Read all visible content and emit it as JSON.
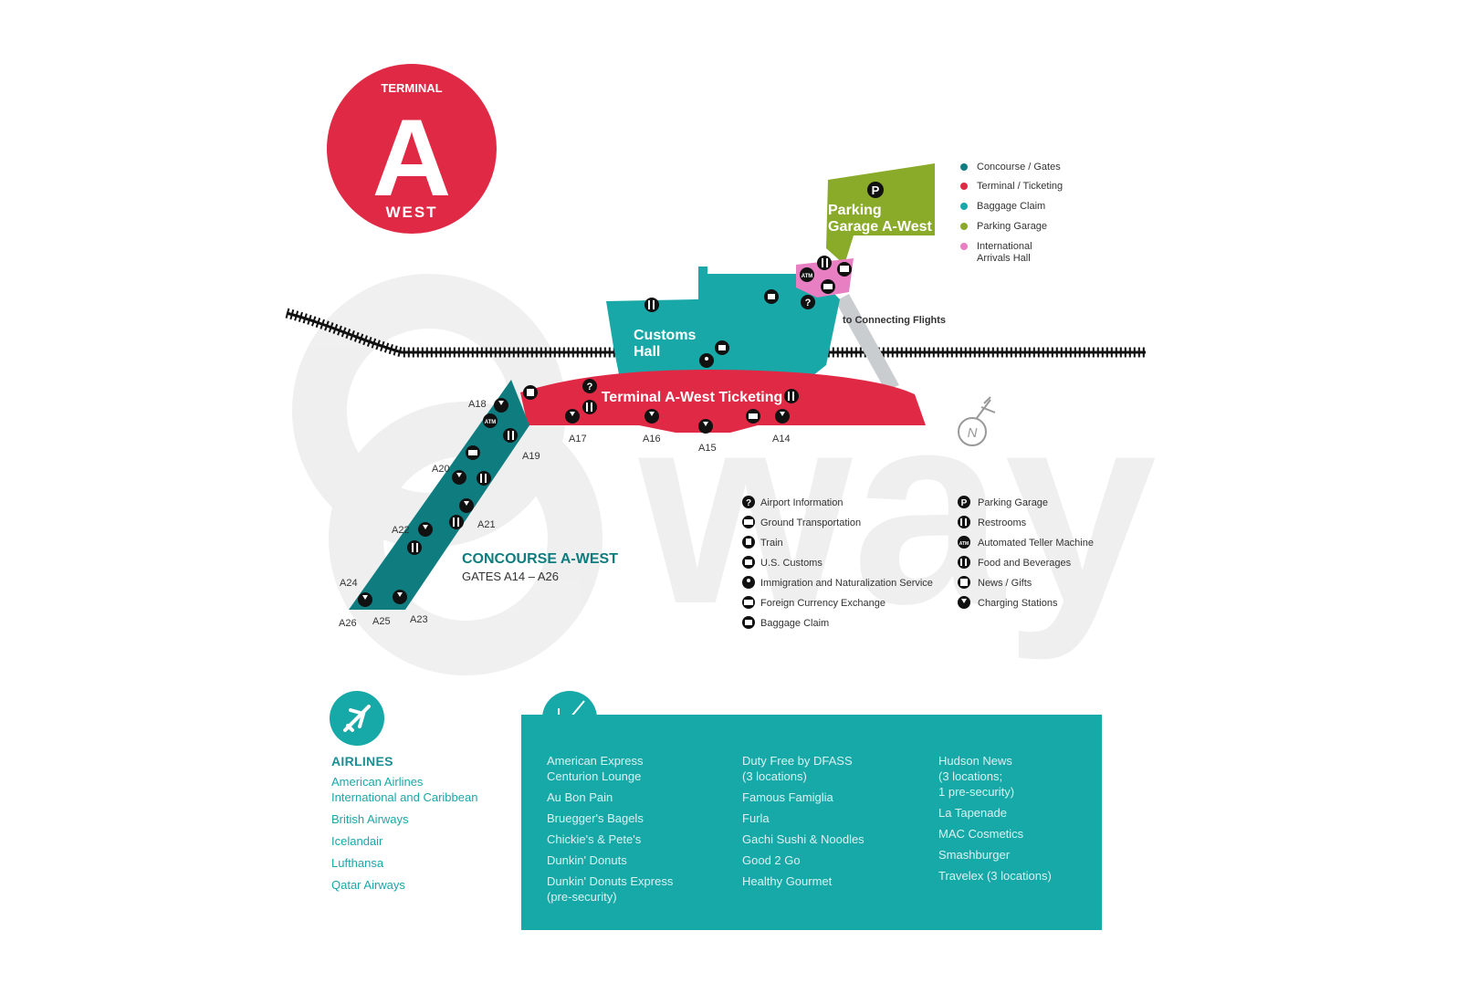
{
  "badge": {
    "top": "TERMINAL",
    "letter": "A",
    "bottom": "WEST"
  },
  "parking_garage_label": "Parking\nGarage A-West",
  "customs_hall_label": "Customs\nHall",
  "ticketing_label": "Terminal A-West Ticketing",
  "connecting_label": "to Connecting Flights",
  "concourse": {
    "title": "CONCOURSE A-WEST",
    "subtitle": "GATES A14 – A26"
  },
  "gates": [
    "A14",
    "A15",
    "A16",
    "A17",
    "A18",
    "A19",
    "A20",
    "A21",
    "A22",
    "A23",
    "A24",
    "A25",
    "A26"
  ],
  "area_legend": [
    {
      "label": "Concourse / Gates",
      "color": "#0f7d80"
    },
    {
      "label": "Terminal / Ticketing",
      "color": "#e02a45"
    },
    {
      "label": "Baggage Claim",
      "color": "#19a8a8"
    },
    {
      "label": "Parking Garage",
      "color": "#8aab2a"
    },
    {
      "label": "International\nArrivals Hall",
      "color": "#e77fc2"
    }
  ],
  "icon_legend_left": [
    {
      "label": "Airport Information",
      "icon": "question-icon"
    },
    {
      "label": "Ground Transportation",
      "icon": "bus-icon"
    },
    {
      "label": "Train",
      "icon": "train-icon"
    },
    {
      "label": "U.S. Customs",
      "icon": "customs-icon"
    },
    {
      "label": "Immigration and Naturalization Service",
      "icon": "immigration-icon"
    },
    {
      "label": "Foreign Currency Exchange",
      "icon": "currency-exchange-icon"
    },
    {
      "label": "Baggage Claim",
      "icon": "baggage-icon"
    }
  ],
  "icon_legend_right": [
    {
      "label": "Parking Garage",
      "icon": "parking-icon"
    },
    {
      "label": "Restrooms",
      "icon": "restroom-icon"
    },
    {
      "label": "Automated Teller Machine",
      "icon": "atm-icon"
    },
    {
      "label": "Food and Beverages",
      "icon": "food-icon"
    },
    {
      "label": "News / Gifts",
      "icon": "news-icon"
    },
    {
      "label": "Charging Stations",
      "icon": "charging-icon"
    }
  ],
  "map_glyphs": {
    "question": "?",
    "parking": "P",
    "atm": "ATM",
    "north": "N"
  },
  "airlines": {
    "title": "AIRLINES",
    "items": [
      "American Airlines\nInternational and Caribbean",
      "British Airways",
      "Icelandair",
      "Lufthansa",
      "Qatar Airways"
    ]
  },
  "amenities": {
    "col1": [
      "American Express\n   Centurion Lounge",
      "Au Bon Pain",
      "Bruegger's Bagels",
      "Chickie's & Pete's",
      "Dunkin' Donuts",
      "Dunkin' Donuts Express\n(pre-security)"
    ],
    "col2": [
      "Duty Free by DFASS\n(3 locations)",
      "Famous Famiglia",
      "Furla",
      "Gachi Sushi & Noodles",
      "Good 2 Go",
      "Healthy Gourmet"
    ],
    "col3": [
      "Hudson News\n(3 locations;\n1 pre-security)",
      "La Tapenade",
      "MAC Cosmetics",
      "Smashburger",
      "Travelex (3 locations)"
    ]
  },
  "watermark": "way",
  "colors": {
    "badge_red": "#e02a45",
    "concourse_teal": "#0f7d80",
    "customs_teal": "#19a8a8",
    "ticketing_red": "#e02a45",
    "parking_green": "#8aab2a",
    "intl_pink": "#e77fc2"
  }
}
